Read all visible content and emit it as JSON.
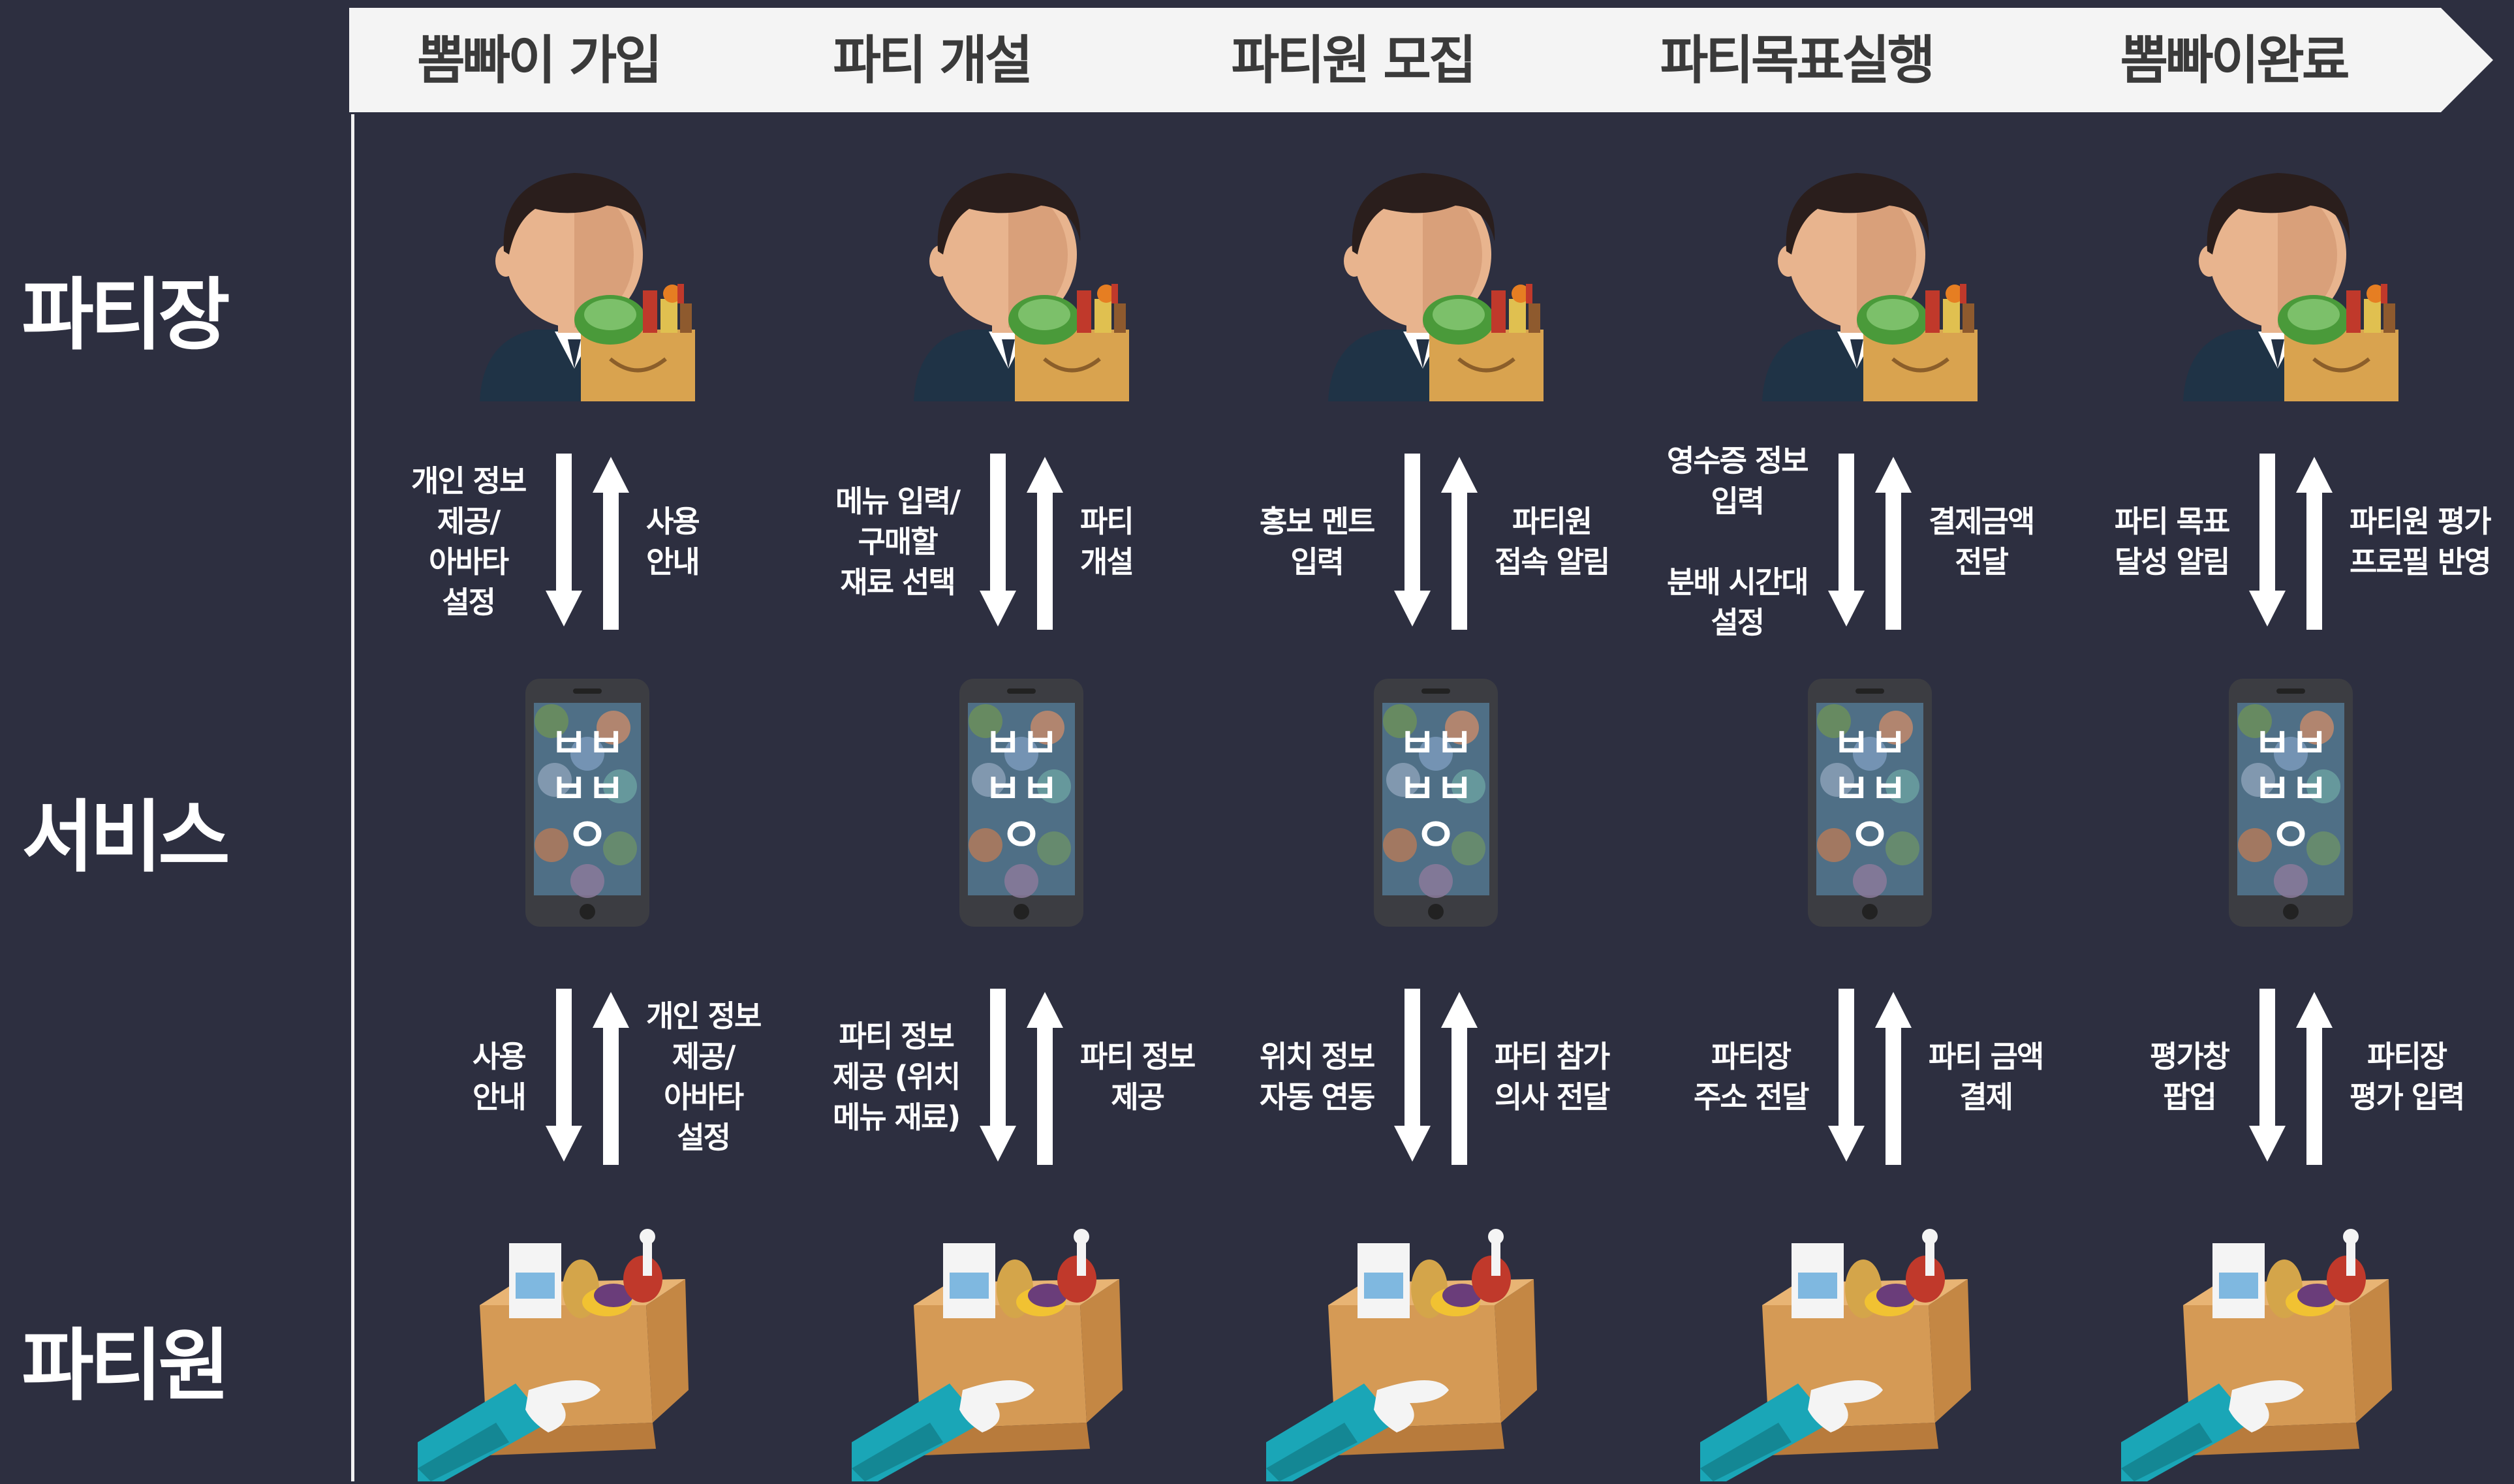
{
  "steps": [
    "뽐빠이 가입",
    "파티 개설",
    "파티원 모집",
    "파티목표실행",
    "뽐빠이완료"
  ],
  "roles": {
    "leader": "파티장",
    "service": "서비스",
    "member": "파티원"
  },
  "app_icon_text": {
    "top": "ㅂㅂ",
    "middle": "ㅂㅂ",
    "bottom": "ㅇ"
  },
  "columns": [
    {
      "upper_left": [
        "개인 정보",
        "제공/",
        "아바타",
        "설정"
      ],
      "upper_right": [
        "사용",
        "안내"
      ],
      "lower_left": [
        "사용",
        "안내"
      ],
      "lower_right": [
        "개인 정보",
        "제공/",
        "아바타",
        "설정"
      ]
    },
    {
      "upper_left": [
        "메뉴 입력/",
        "구매할",
        "재료 선택"
      ],
      "upper_right": [
        "파티",
        "개설"
      ],
      "lower_left": [
        "파티 정보",
        "제공 (위치",
        "메뉴 재료)"
      ],
      "lower_right": [
        "파티 정보",
        "제공"
      ]
    },
    {
      "upper_left": [
        "홍보 멘트",
        "입력"
      ],
      "upper_right": [
        "파티원",
        "접속 알림"
      ],
      "lower_left": [
        "위치 정보",
        "자동 연동"
      ],
      "lower_right": [
        "파티 참가",
        "의사 전달"
      ]
    },
    {
      "upper_left": [
        "영수증 정보",
        "입력",
        "",
        "분배 시간대",
        "설정"
      ],
      "upper_right": [
        "결제금액",
        "전달"
      ],
      "lower_left": [
        "파티장",
        "주소 전달"
      ],
      "lower_right": [
        "파티 금액",
        "결제"
      ]
    },
    {
      "upper_left": [
        "파티 목표",
        "달성 알림"
      ],
      "upper_right": [
        "파티원 평가",
        "프로필 반영"
      ],
      "lower_left": [
        "평가창",
        "팝업"
      ],
      "lower_right": [
        "파티장",
        "평가 입력"
      ]
    }
  ],
  "colors": {
    "background": "#2d2f40",
    "chevron_fill": "#f4f4f4",
    "chevron_text": "#3a3a3a",
    "arrow": "#ffffff",
    "skin": "#e8b48e",
    "hair": "#2a1e1c",
    "suit": "#1f3346",
    "bag": "#d9a34f",
    "box": "#d59a55",
    "sleeve": "#1aa6b7",
    "phone_body": "#3c3d42"
  }
}
